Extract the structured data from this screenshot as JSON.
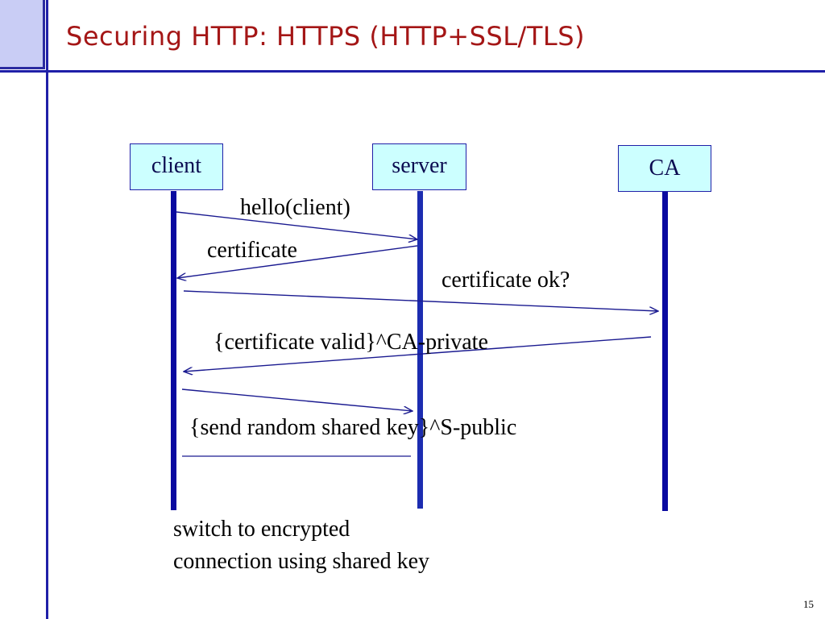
{
  "slide": {
    "title": "Securing HTTP: HTTPS (HTTP+SSL/TLS)",
    "page_number": "15"
  },
  "actors": {
    "client": "client",
    "server": "server",
    "ca": "CA"
  },
  "messages": {
    "hello": "hello(client)",
    "certificate": "certificate",
    "certificate_ok": "certificate ok?",
    "certificate_valid": "{certificate valid}^CA-private",
    "send_key": "{send random shared key}^S-public"
  },
  "note": {
    "line1": "switch to encrypted",
    "line2": "connection using shared key"
  },
  "colors": {
    "lifeline": "#0a0aa0",
    "arrow": "#1a1a90",
    "actor_fill": "#ccffff",
    "title": "#a41616"
  }
}
